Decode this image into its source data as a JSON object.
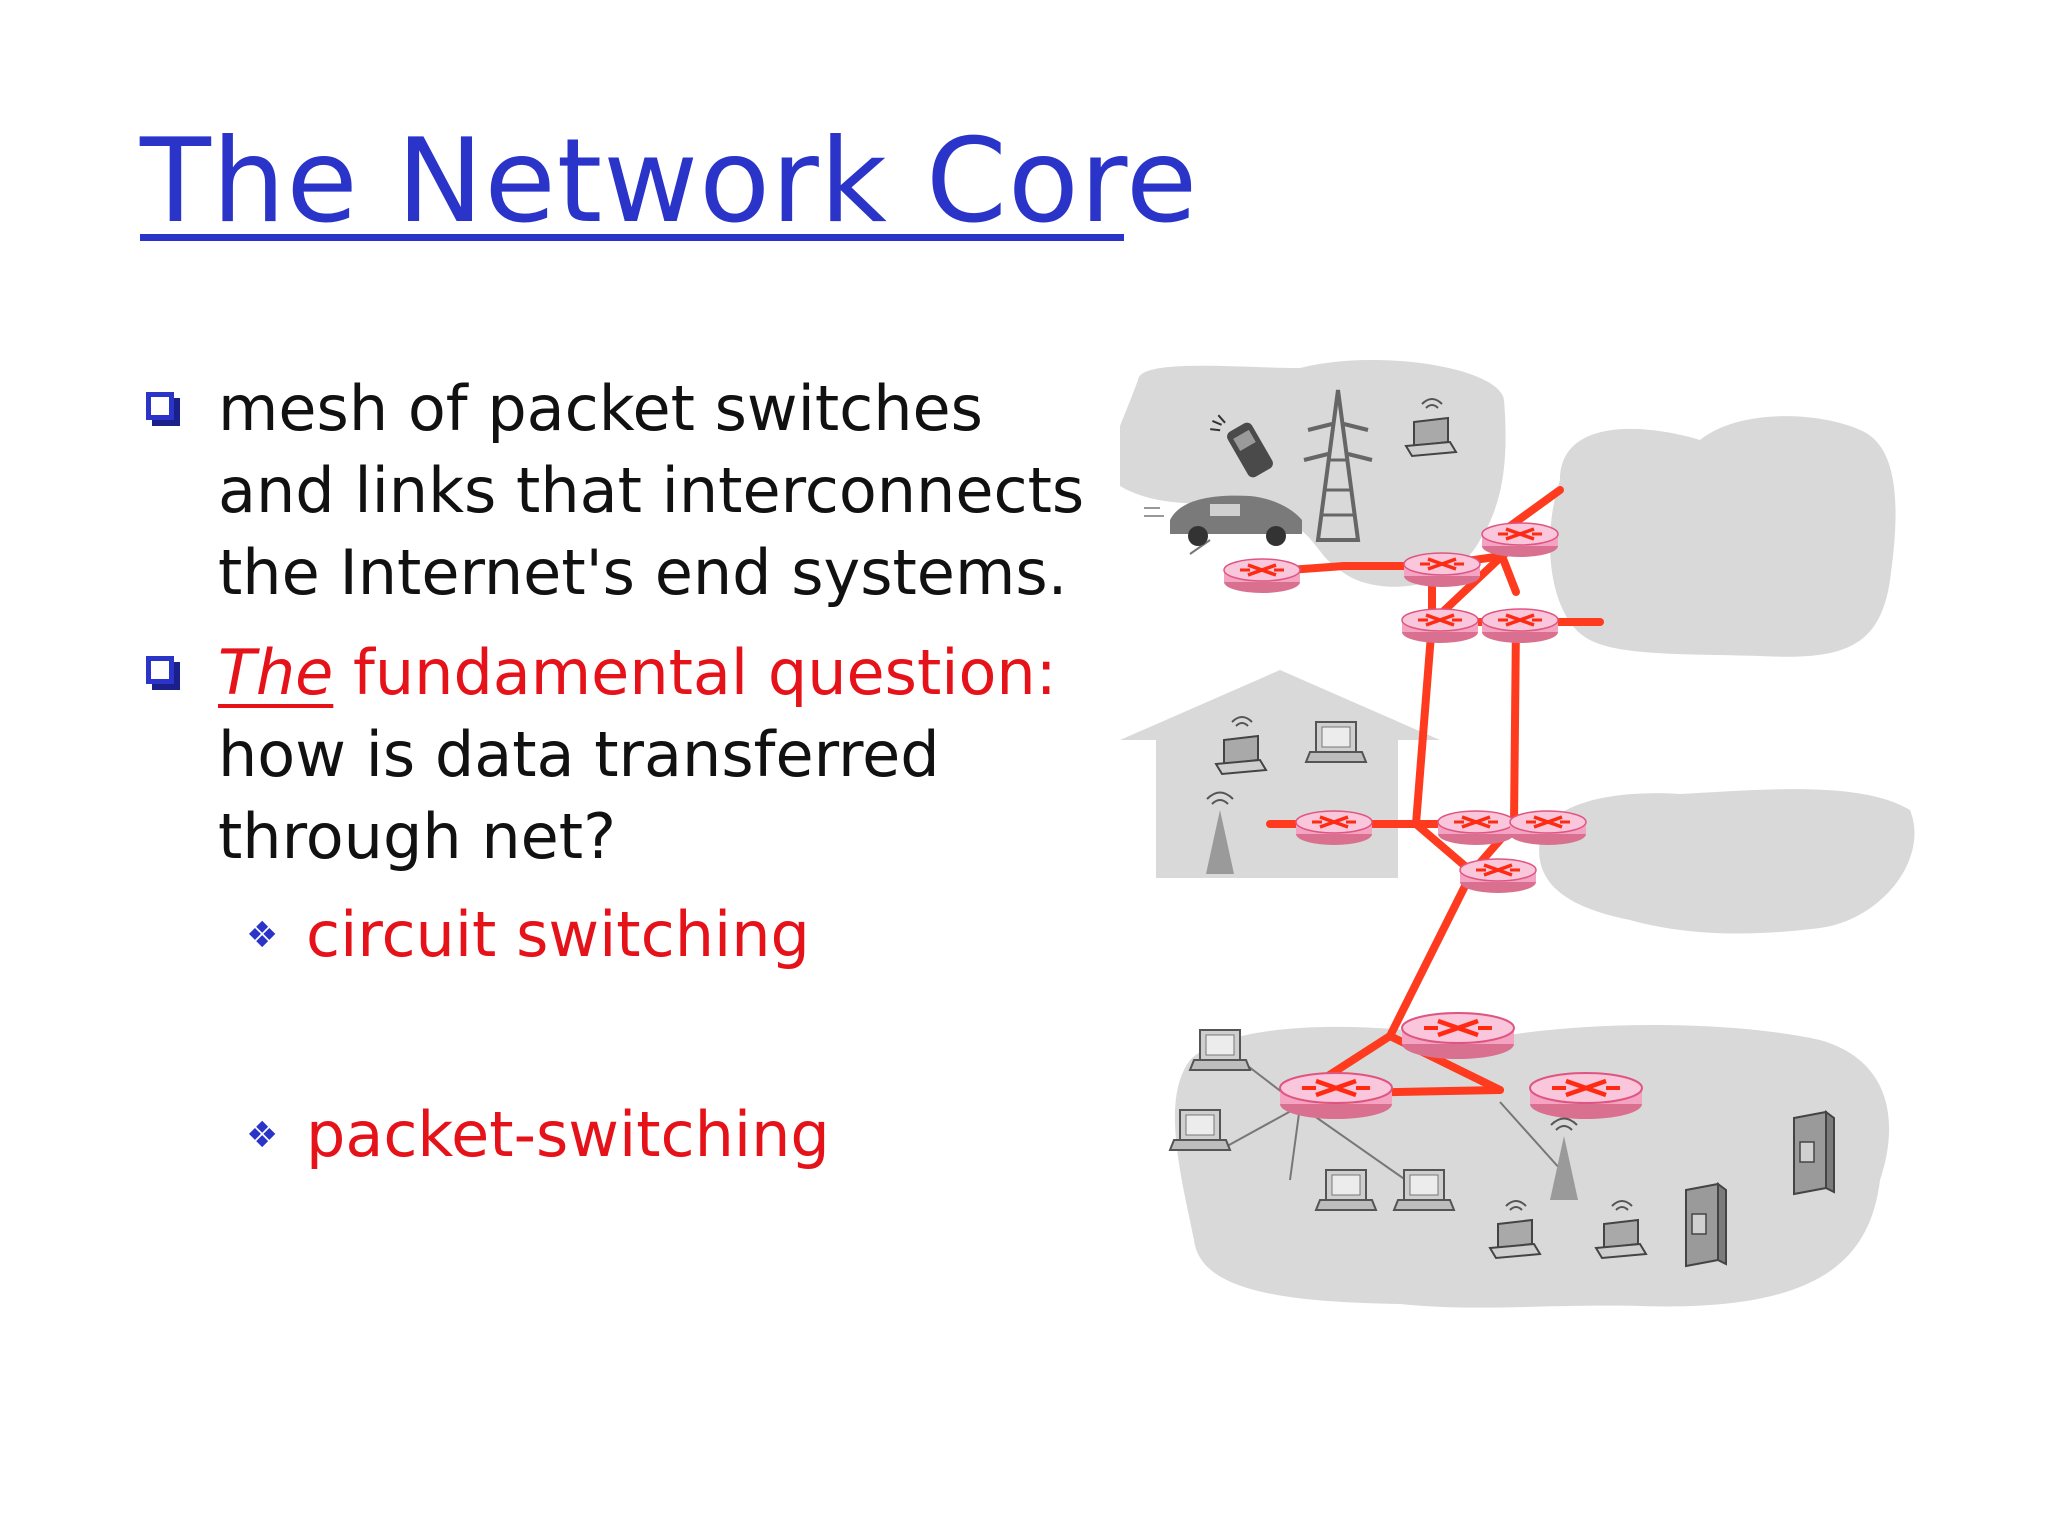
{
  "slide": {
    "title": "The Network Core",
    "bullets": [
      {
        "lines": [
          "mesh of packet switches",
          "and links that interconnects",
          "the Internet's end systems."
        ]
      },
      {
        "emphasis": "The",
        "highlight": " fundamental question:",
        "lines": [
          "how is data transferred",
          "through net?"
        ]
      }
    ],
    "sub_bullets": [
      {
        "label": "circuit switching"
      },
      {
        "label": "packet-switching"
      }
    ],
    "bullet_glyph": "❖"
  },
  "colors": {
    "title": "#2b34c9",
    "accent_red": "#e5121a",
    "link_red": "#ff3b1f",
    "router_pink": "#f6a9c8",
    "cloud_gray": "#d6d6d6"
  },
  "icons": [
    "router-icon",
    "cell-phone-icon",
    "antenna-tower-icon",
    "laptop-icon",
    "car-icon",
    "desktop-computer-icon",
    "server-icon",
    "wireless-base-station-icon",
    "house-icon",
    "cloud-icon"
  ]
}
